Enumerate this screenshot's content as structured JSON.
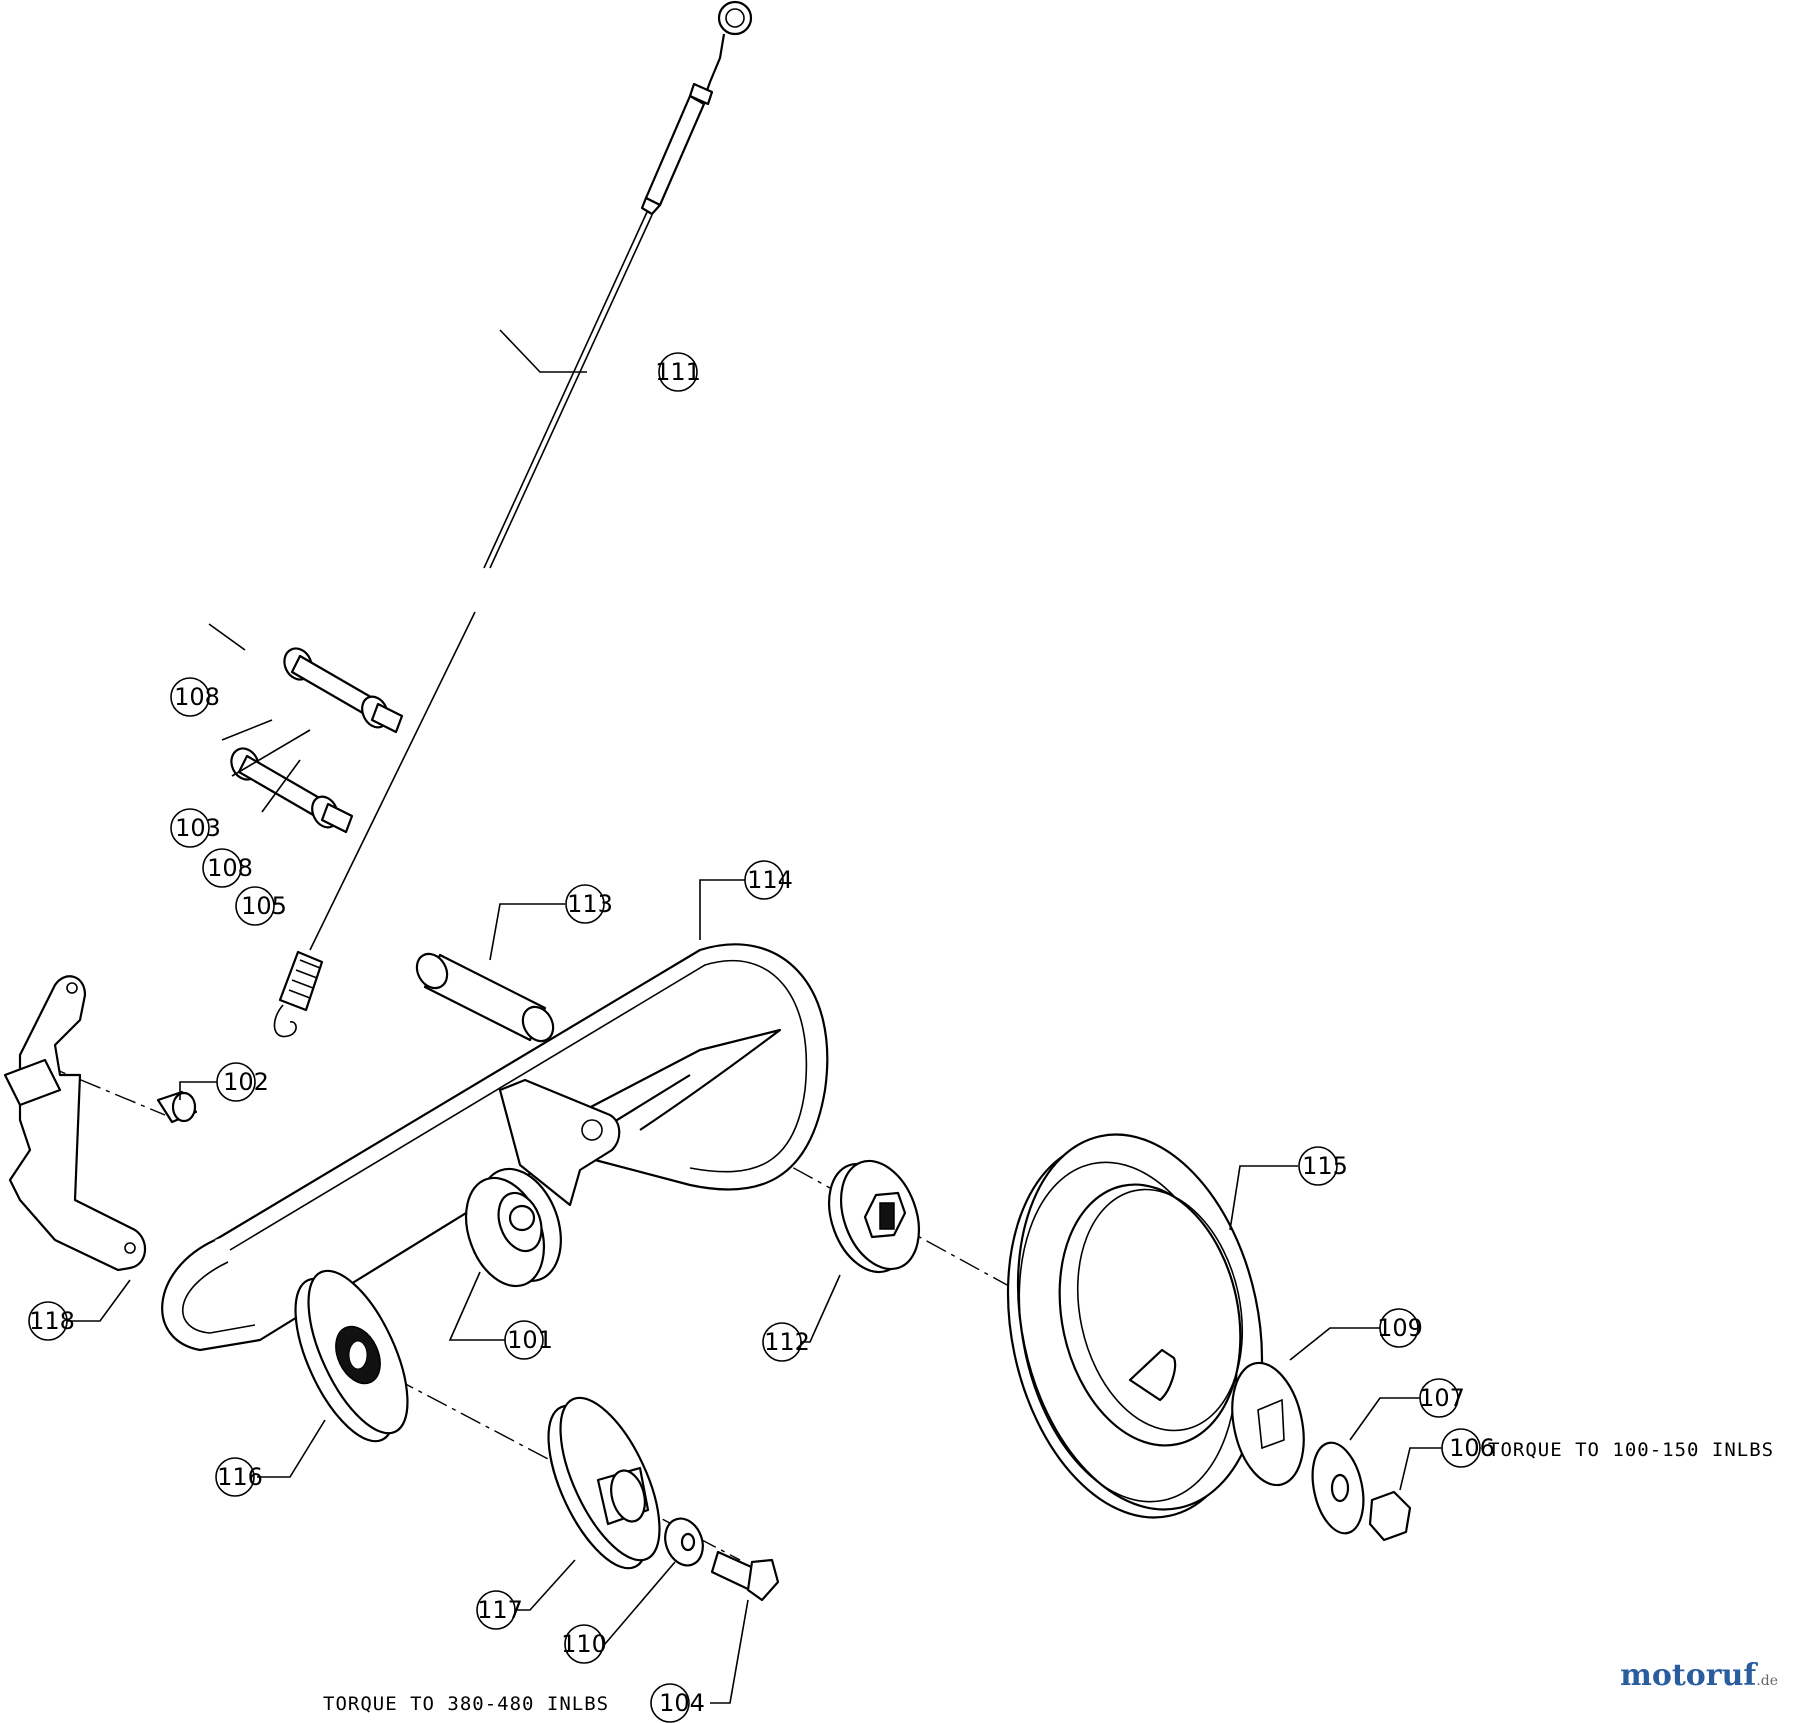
{
  "callouts": [
    {
      "id": "c101",
      "label": "101"
    },
    {
      "id": "c102",
      "label": "102"
    },
    {
      "id": "c103",
      "label": "103"
    },
    {
      "id": "c104",
      "label": "104"
    },
    {
      "id": "c105",
      "label": "105"
    },
    {
      "id": "c106",
      "label": "106"
    },
    {
      "id": "c107",
      "label": "107"
    },
    {
      "id": "c108a",
      "label": "108"
    },
    {
      "id": "c108b",
      "label": "108"
    },
    {
      "id": "c109",
      "label": "109"
    },
    {
      "id": "c110",
      "label": "110"
    },
    {
      "id": "c111",
      "label": "111"
    },
    {
      "id": "c112",
      "label": "112"
    },
    {
      "id": "c113",
      "label": "113"
    },
    {
      "id": "c114",
      "label": "114"
    },
    {
      "id": "c115",
      "label": "115"
    },
    {
      "id": "c116",
      "label": "116"
    },
    {
      "id": "c117",
      "label": "117"
    },
    {
      "id": "c118",
      "label": "118"
    }
  ],
  "notes": {
    "torque_pulley": "TORQUE TO 100-150 INLBS",
    "torque_bolt": "TORQUE TO 380-480 INLBS"
  },
  "watermark": {
    "brand": "motoruf",
    "suffix": ".de"
  }
}
